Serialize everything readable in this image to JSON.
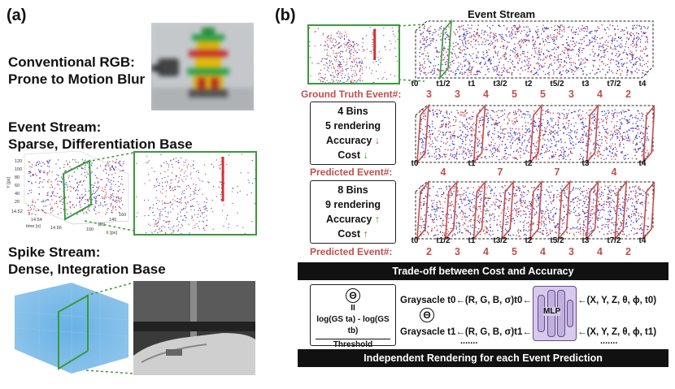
{
  "panel_a": {
    "label": "(a)",
    "rgb_title": [
      "Conventional RGB:",
      "Prone to Motion Blur"
    ],
    "event_title": [
      "Event Stream:",
      "Sparse, Differentiation Base"
    ],
    "spike_title": [
      "Spike Stream:",
      "Dense, Integration Base"
    ],
    "plot_axes": {
      "y_label": "Y [px]",
      "x_label": "X [px]",
      "t_label": "time [s]",
      "y_ticks": [
        "120",
        "100",
        "80",
        "60",
        "40",
        "20"
      ],
      "t_ticks": [
        "14.52",
        "14.54",
        "14.56"
      ],
      "x_ticks": [
        "160",
        "140",
        "120",
        "100"
      ]
    }
  },
  "panel_b": {
    "label": "(b)",
    "event_stream_title": "Event Stream",
    "ground_truth_label": "Ground Truth Event#:",
    "predicted_label_1": "Predicted Event#:",
    "predicted_label_2": "Predicted Event#:",
    "ticks_top": [
      "t0",
      "t1/2",
      "t1",
      "t3/2",
      "t2",
      "t5/2",
      "t3",
      "t7/2",
      "t4"
    ],
    "ticks_mid": [
      "t0",
      "t1",
      "t2",
      "t3",
      "t4"
    ],
    "ticks_bottom": [
      "t0",
      "t1/2",
      "t1",
      "t3/2",
      "t2",
      "t5/2",
      "t3",
      "t7/2",
      "t4"
    ],
    "gt_counts": [
      "3",
      "3",
      "4",
      "5",
      "5",
      "3",
      "4",
      "2"
    ],
    "pred4_counts": [
      "4",
      "7",
      "7",
      "4"
    ],
    "pred8_counts": [
      "2",
      "3",
      "4",
      "5",
      "4",
      "3",
      "4",
      "2"
    ],
    "box4": {
      "bins": "4 Bins",
      "rendering": "5 rendering",
      "accuracy": "Accuracy",
      "accuracy_arrow": "↓",
      "cost": "Cost",
      "cost_arrow": "↓"
    },
    "box8": {
      "bins": "8 Bins",
      "rendering": "9 rendering",
      "accuracy": "Accuracy",
      "accuracy_arrow": "↑",
      "cost": "Cost",
      "cost_arrow": "↑"
    },
    "tradeoff_bar": "Trade-off between Cost and Accuracy",
    "independent_bar": "Independent Rendering for each Event Prediction",
    "threshold_box": {
      "theta": "Θ",
      "equals": "II",
      "formula": "log(GS ta) - log(GS tb)",
      "label": "Threshold"
    },
    "gray_t0": "Graysacle t0←(R, G, B,  σ)t0←",
    "gray_t1": "Graysacle t1←(R, G, B,  σ)t1←",
    "theta_mid": "Θ",
    "mlp_label": "MLP",
    "input_t0": "←(X, Y, Z, θ, ϕ, t0)",
    "input_t1": "←(X, Y, Z, θ, ϕ, t1)",
    "dots_left": ".......",
    "dots_right": ".......",
    "colors": {
      "accent_red": "#c0504d",
      "accent_green": "#3a9a3a",
      "event_blue": "#2b3fd6",
      "event_red": "#d43333"
    }
  }
}
